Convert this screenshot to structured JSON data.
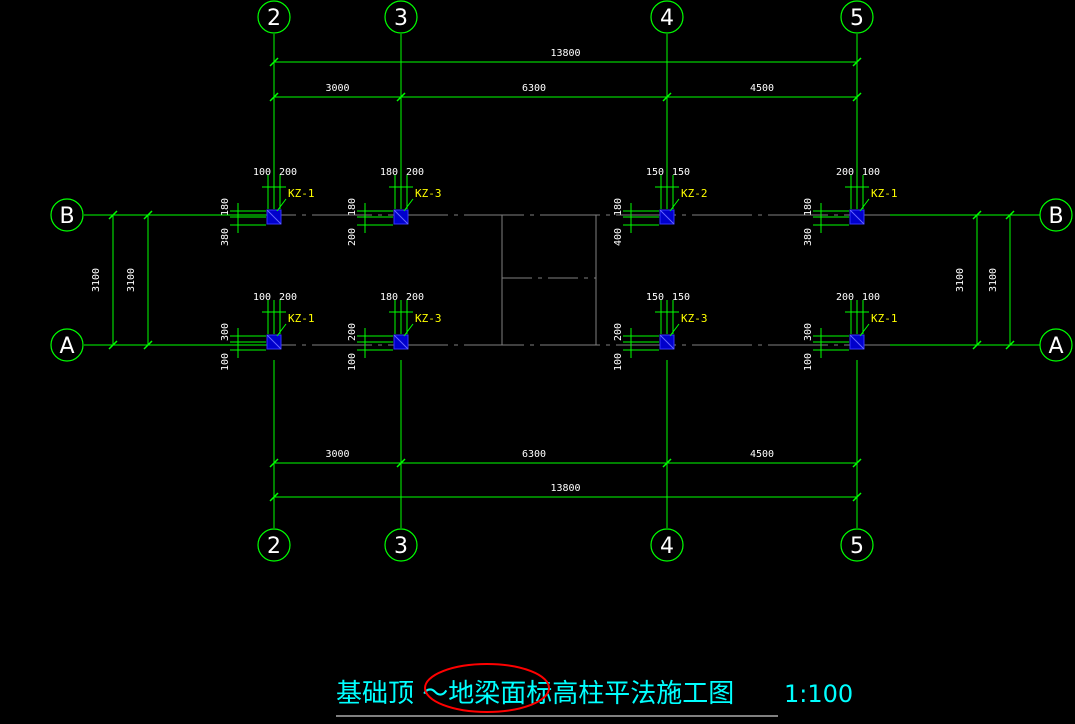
{
  "colors": {
    "background": "#000000",
    "dim": "#00ff00",
    "text": "#ffffff",
    "label": "#ffff00",
    "column": "#0000ff",
    "title": "#00ffff",
    "highlight": "#ff0000",
    "axis": "#808080"
  },
  "grid": {
    "cols": [
      "2",
      "3",
      "4",
      "5"
    ],
    "rows": [
      "B",
      "A"
    ]
  },
  "dims": {
    "overall": "13800",
    "spans": [
      "3000",
      "6300",
      "4500"
    ],
    "vertical": [
      "3100",
      "3100"
    ]
  },
  "columns": {
    "rowB": [
      {
        "label": "KZ-1",
        "top_left": "100",
        "top_right": "200",
        "side_up": "180",
        "side_down": "380"
      },
      {
        "label": "KZ-3",
        "top_left": "180",
        "top_right": "200",
        "side_up": "180",
        "side_down": "200"
      },
      {
        "label": "KZ-2",
        "top_left": "150",
        "top_right": "150",
        "side_up": "180",
        "side_down": "400"
      },
      {
        "label": "KZ-1",
        "top_left": "200",
        "top_right": "100",
        "side_up": "180",
        "side_down": "380"
      }
    ],
    "rowA": [
      {
        "label": "KZ-1",
        "top_left": "100",
        "top_right": "200",
        "side_up": "300",
        "side_down": "100"
      },
      {
        "label": "KZ-3",
        "top_left": "180",
        "top_right": "200",
        "side_up": "200",
        "side_down": "100"
      },
      {
        "label": "KZ-3",
        "top_left": "150",
        "top_right": "150",
        "side_up": "200",
        "side_down": "100"
      },
      {
        "label": "KZ-1",
        "top_left": "200",
        "top_right": "100",
        "side_up": "300",
        "side_down": "100"
      }
    ]
  },
  "title": {
    "text": "基础顶 ～地梁面标高柱平法施工图",
    "scale": "1:100"
  }
}
